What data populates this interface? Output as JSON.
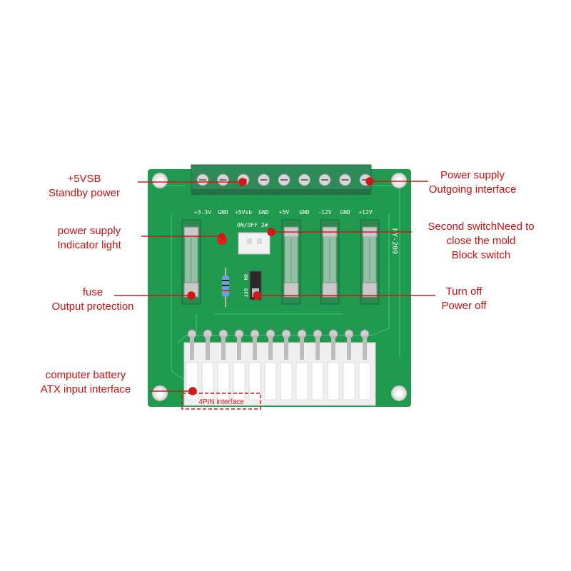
{
  "board": {
    "model": "HY-209",
    "terminal_labels": [
      "+3.3V",
      "GND",
      "+5Vsb",
      "GND",
      "+5V",
      "GND",
      "-12V",
      "GND",
      "+12V"
    ],
    "switch_header": "ON/OFF 2#",
    "switch_on": "ON",
    "switch_off": "OFF",
    "fourpin_label": "4PIN interface"
  },
  "callouts": {
    "vsb": {
      "line1": "+5VSB",
      "line2": "Standby power"
    },
    "power_led": {
      "line1": "power supply",
      "line2": "Indicator light"
    },
    "fuse": {
      "line1": "fuse",
      "line2": "Output protection"
    },
    "atx": {
      "line1": "computer battery",
      "line2": "ATX input interface"
    },
    "outgoing": {
      "line1": "Power supply",
      "line2": "Outgoing interface"
    },
    "second_switch": {
      "line1": "Second switchNeed to",
      "line2": "close the mold",
      "line3": "Block switch"
    },
    "turn_off": {
      "line1": "Turn off",
      "line2": "Power off"
    }
  },
  "colors": {
    "pcb": "#1f9a4e",
    "pcb_trace": "#2fb863",
    "terminal": "#2e8b57",
    "annotation": "#d01818"
  }
}
